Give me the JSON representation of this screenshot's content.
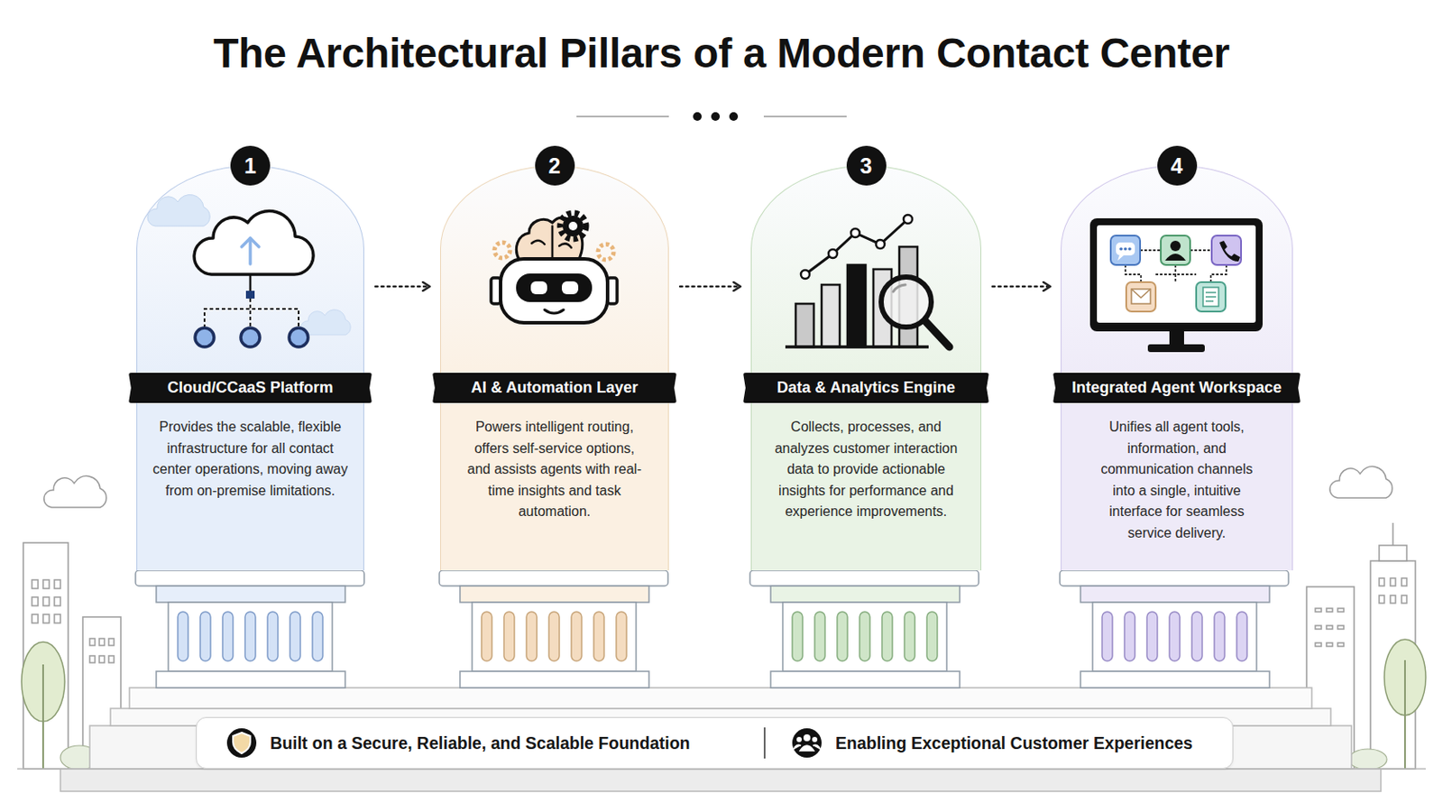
{
  "diagram": {
    "title": "The Architectural Pillars of a Modern Contact Center",
    "nodes": [
      {
        "text": [
          "Cloud/CCaaS Platform",
          "Provides the scalable, flexible infrastructure for all contact center operations, moving away from on-premise limitations."
        ]
      },
      {
        "text": [
          "AI & Automation Layer",
          "Powers intelligent routing, offers self-service options, and assists agents with real-time insights and task automation."
        ]
      },
      {
        "text": [
          "Data & Analytics Engine",
          "Collects, processes, and analyzes customer interaction data to provide actionable insights for performance and experience improvements."
        ]
      },
      {
        "text": [
          "Integrated Agent Workspace",
          "Unifies all agent tools, information, and communication channels into a single, intuitive interface for seamless service delivery."
        ]
      },
      {
        "text": [
          "Built on a Secure, Reliable, and Scalable Foundation",
          "Enabling Exceptional Customer Experiences"
        ]
      }
    ],
    "edges": [
      {
        "from": 0,
        "to": 1,
        "arrow": "to"
      },
      {
        "from": 1,
        "to": 2,
        "arrow": "to"
      },
      {
        "from": 2,
        "to": 3,
        "arrow": "to"
      }
    ],
    "labels": [
      "1",
      "2",
      "3",
      "4"
    ]
  }
}
